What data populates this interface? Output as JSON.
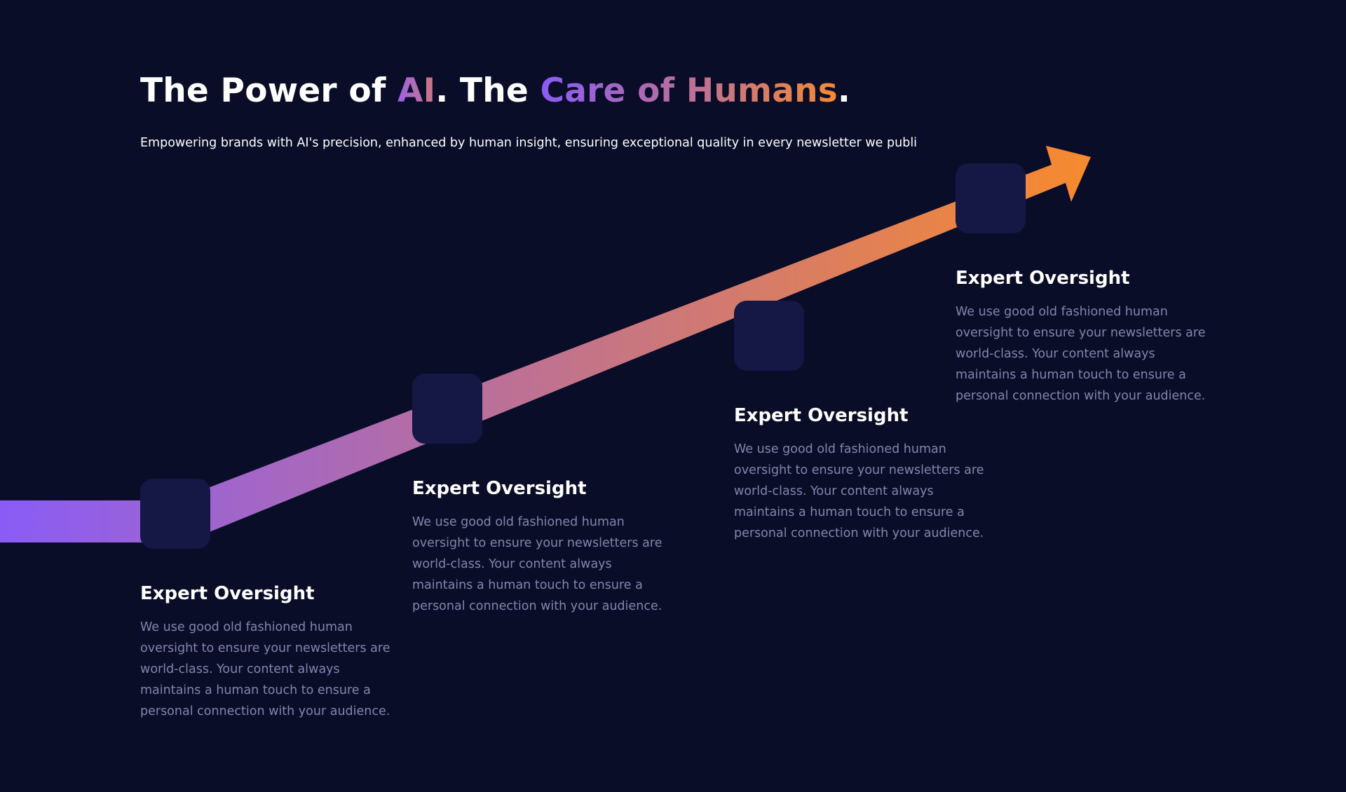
{
  "hero": {
    "title_part1": "The Power of ",
    "title_ai": "AI",
    "title_part2": ". The ",
    "title_care": "Care of Humans",
    "title_end": ".",
    "subtitle": "Empowering brands with AI's precision, enhanced by human insight, ensuring exceptional quality in every newsletter we publi"
  },
  "colors": {
    "background": "#0a0d27",
    "gradient_start": "#8a5cf6",
    "gradient_mid": "#c0728f",
    "gradient_end": "#f58a32",
    "box": "#151744",
    "desc_text": "#8087ad"
  },
  "steps": [
    {
      "icon": "step-box",
      "title": "Expert Oversight",
      "description": "We use good old fashioned human oversight to ensure your newsletters are world-class. Your content always maintains a human touch to ensure a personal connection with your audience."
    },
    {
      "icon": "step-box",
      "title": "Expert Oversight",
      "description": "We use good old fashioned human oversight to ensure your newsletters are world-class. Your content always maintains a human touch to ensure a personal connection with your audience."
    },
    {
      "icon": "step-box",
      "title": "Expert Oversight",
      "description": "We use good old fashioned human oversight to ensure your newsletters are world-class. Your content always maintains a human touch to ensure a personal connection with your audience."
    },
    {
      "icon": "step-box",
      "title": "Expert Oversight",
      "description": "We use good old fashioned human oversight to ensure your newsletters are world-class. Your content always maintains a human touch to ensure a personal connection with your audience."
    }
  ]
}
